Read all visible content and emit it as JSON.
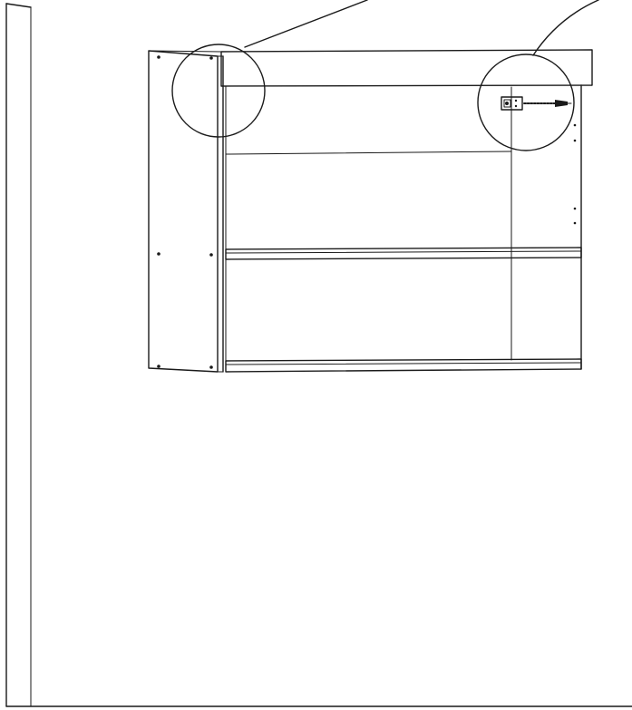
{
  "diagram": {
    "kind": "assembly-instruction-illustration",
    "subject": "wall-mounted-open-shelf-cabinet",
    "colors": {
      "line": "#1a1a1a",
      "background": "#ffffff"
    },
    "callouts": [
      {
        "name": "top-left-corner-detail"
      },
      {
        "name": "top-right-bracket-detail"
      }
    ],
    "shelf_count": 2
  }
}
